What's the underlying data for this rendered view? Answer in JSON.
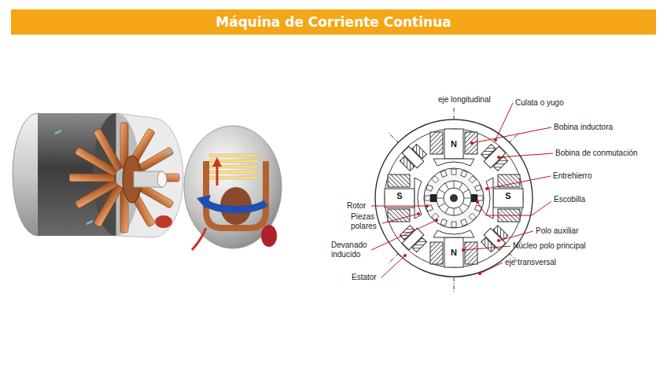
{
  "diagram": {
    "title": "Máquina de Corriente Continua",
    "labels": [
      "eje longitudinal",
      "Culata o yugo",
      "Bobina inductora",
      "Bobina de conmutación",
      "Entrehierro",
      "Escobilla",
      "Polo auxiliar",
      "Núcleo polo principal",
      "eje transversal",
      "Rotor",
      "Piezas polares",
      "Devanado inducido",
      "Estator",
      "N",
      "N",
      "S",
      "S"
    ]
  }
}
